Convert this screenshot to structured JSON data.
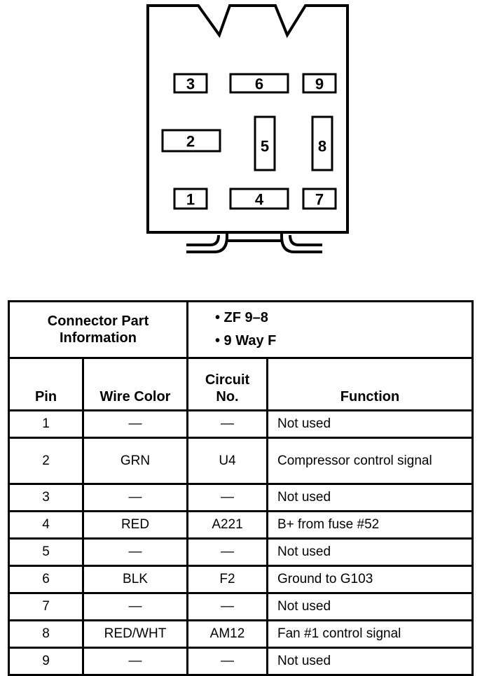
{
  "connector": {
    "pins": [
      "1",
      "2",
      "3",
      "4",
      "5",
      "6",
      "7",
      "8",
      "9"
    ]
  },
  "table": {
    "part_info_label": [
      "Connector Part",
      "Information"
    ],
    "part_info_values": [
      "• ZF 9–8",
      "• 9 Way F"
    ],
    "columns": {
      "pin": "Pin",
      "wire_color": "Wire Color",
      "circuit": [
        "Circuit",
        "No."
      ],
      "function": "Function"
    },
    "rows": [
      {
        "pin": "1",
        "wire_color": "—",
        "circuit": "—",
        "function": "Not used"
      },
      {
        "pin": "2",
        "wire_color": "GRN",
        "circuit": "U4",
        "function": "Compressor control signal"
      },
      {
        "pin": "3",
        "wire_color": "—",
        "circuit": "—",
        "function": "Not used"
      },
      {
        "pin": "4",
        "wire_color": "RED",
        "circuit": "A221",
        "function": "B+ from fuse #52"
      },
      {
        "pin": "5",
        "wire_color": "—",
        "circuit": "—",
        "function": "Not used"
      },
      {
        "pin": "6",
        "wire_color": "BLK",
        "circuit": "F2",
        "function": "Ground to G103"
      },
      {
        "pin": "7",
        "wire_color": "—",
        "circuit": "—",
        "function": "Not used"
      },
      {
        "pin": "8",
        "wire_color": "RED/WHT",
        "circuit": "AM12",
        "function": "Fan #1 control signal"
      },
      {
        "pin": "9",
        "wire_color": "—",
        "circuit": "—",
        "function": "Not used"
      }
    ]
  }
}
